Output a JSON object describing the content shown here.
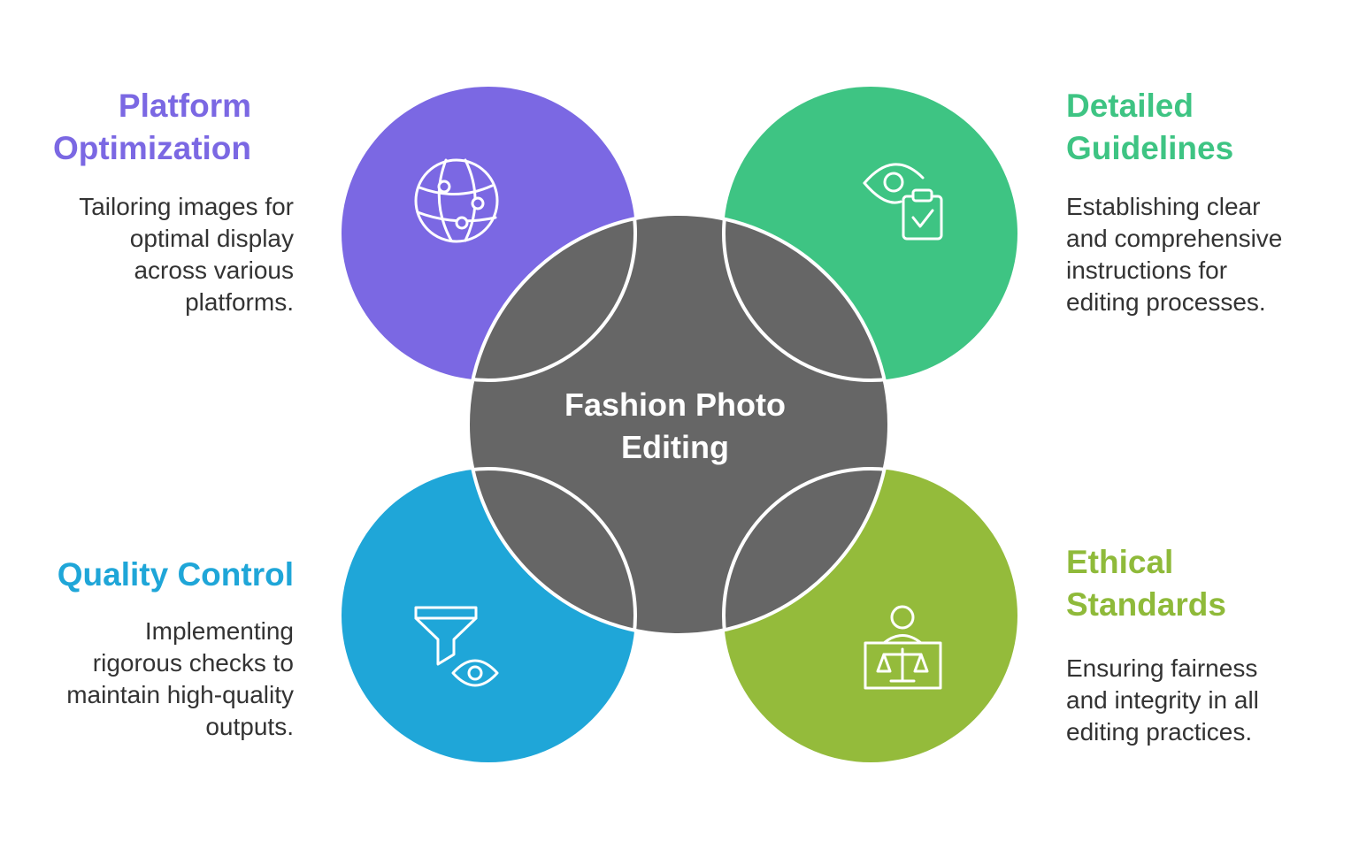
{
  "center": {
    "line1": "Fashion Photo",
    "line2": "Editing",
    "color": "#666666"
  },
  "topics": {
    "platform_optimization": {
      "title_line1": "Platform",
      "title_line2": "Optimization",
      "desc": [
        "Tailoring images for",
        "optimal display",
        "across various",
        "platforms."
      ],
      "color": "#7b68e3",
      "icon": "globe-network-icon"
    },
    "detailed_guidelines": {
      "title_line1": "Detailed",
      "title_line2": "Guidelines",
      "desc": [
        "Establishing clear",
        "and comprehensive",
        "instructions for",
        "editing processes."
      ],
      "color": "#3ec483",
      "icon": "eye-clipboard-check-icon"
    },
    "quality_control": {
      "title_line1": "Quality Control",
      "desc": [
        "Implementing",
        "rigorous checks to",
        "maintain high-quality",
        "outputs."
      ],
      "color": "#1fa6d8",
      "icon": "funnel-eye-icon"
    },
    "ethical_standards": {
      "title_line1": "Ethical",
      "title_line2": "Standards",
      "desc": [
        "Ensuring fairness",
        "and integrity in all",
        "editing practices."
      ],
      "color": "#8fba3a",
      "icon": "person-scales-icon"
    }
  }
}
